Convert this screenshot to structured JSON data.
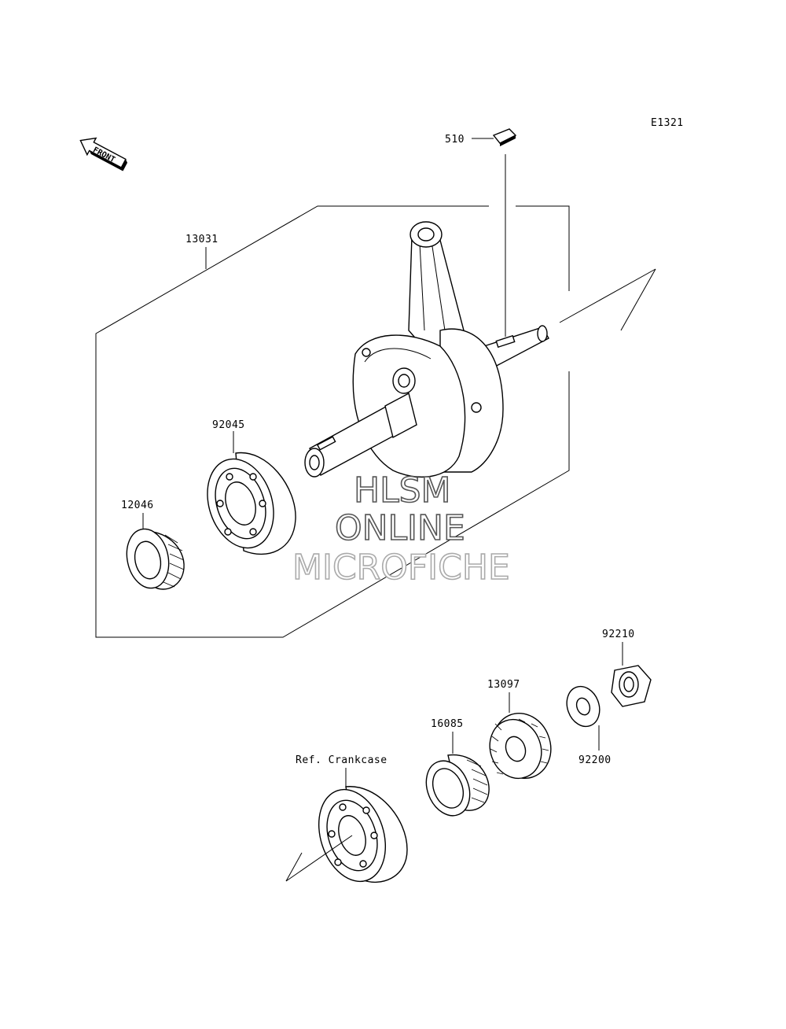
{
  "diagram_code": "E1321",
  "front_label": "FRONT",
  "watermark": {
    "line1": "HLSM",
    "line2": "ONLINE",
    "line3": "MICROFICHE"
  },
  "parts": {
    "p510": "510",
    "p13031": "13031",
    "p92045": "92045",
    "p12046": "12046",
    "p92210": "92210",
    "p13097": "13097",
    "p16085": "16085",
    "p92200": "92200",
    "ref_crankcase": "Ref. Crankcase"
  }
}
